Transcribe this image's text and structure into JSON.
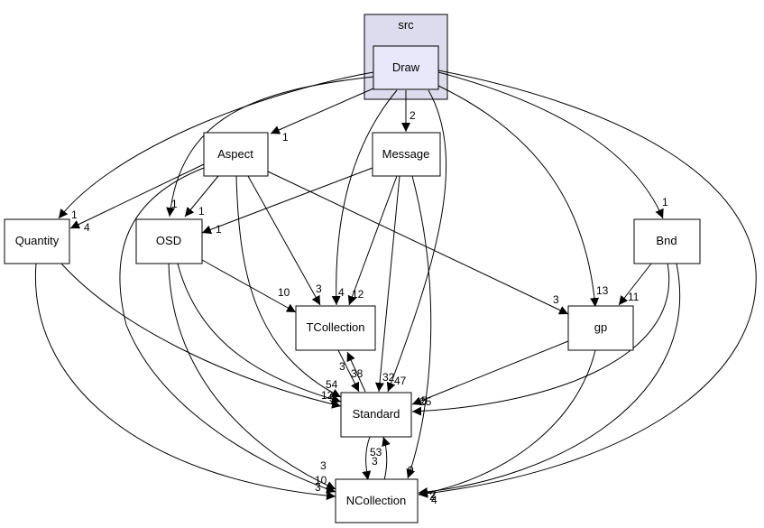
{
  "cluster": {
    "label": "src"
  },
  "nodes": {
    "draw": "Draw",
    "aspect": "Aspect",
    "message": "Message",
    "quantity": "Quantity",
    "osd": "OSD",
    "bnd": "Bnd",
    "tcollection": "TCollection",
    "gp": "gp",
    "standard": "Standard",
    "ncollection": "NCollection"
  },
  "edge_labels": {
    "draw_message": "2",
    "draw_aspect": "1",
    "draw_quantity": "1",
    "draw_osd": "1",
    "draw_bnd": "1",
    "draw_gp": "13",
    "draw_tcollection": "4",
    "draw_standard": "47",
    "draw_ncollection": "4",
    "aspect_quantity": "4",
    "aspect_osd": "1",
    "aspect_tcollection": "3",
    "aspect_gp": "3",
    "aspect_standard": "54",
    "aspect_ncollection": "3",
    "message_osd": "1",
    "message_tcollection": "12",
    "message_standard": "32",
    "message_ncollection": "9",
    "osd_tcollection": "10",
    "osd_standard": "12",
    "osd_ncollection": "3",
    "quantity_standard": "5",
    "quantity_ncollection": "10",
    "bnd_gp": "11",
    "bnd_standard": "5",
    "bnd_ncollection": "2",
    "tcollection_standard": "38",
    "standard_tcollection": "3",
    "gp_standard": "25",
    "gp_ncollection": "2",
    "ncollection_standard": "3",
    "standard_ncollection": "53"
  }
}
